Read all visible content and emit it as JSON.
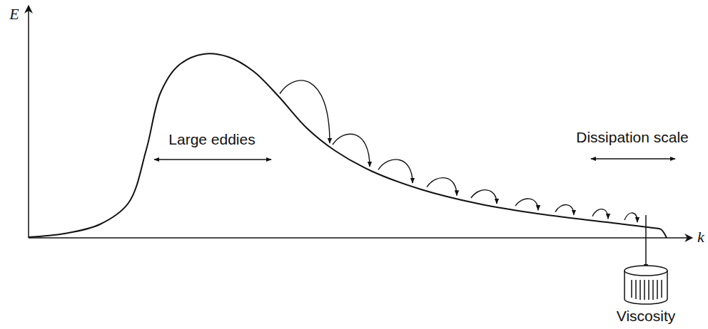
{
  "diagram": {
    "labels": [
      "E",
      "k",
      "Large eddies",
      "Dissipation scale",
      "Viscosity"
    ]
  }
}
